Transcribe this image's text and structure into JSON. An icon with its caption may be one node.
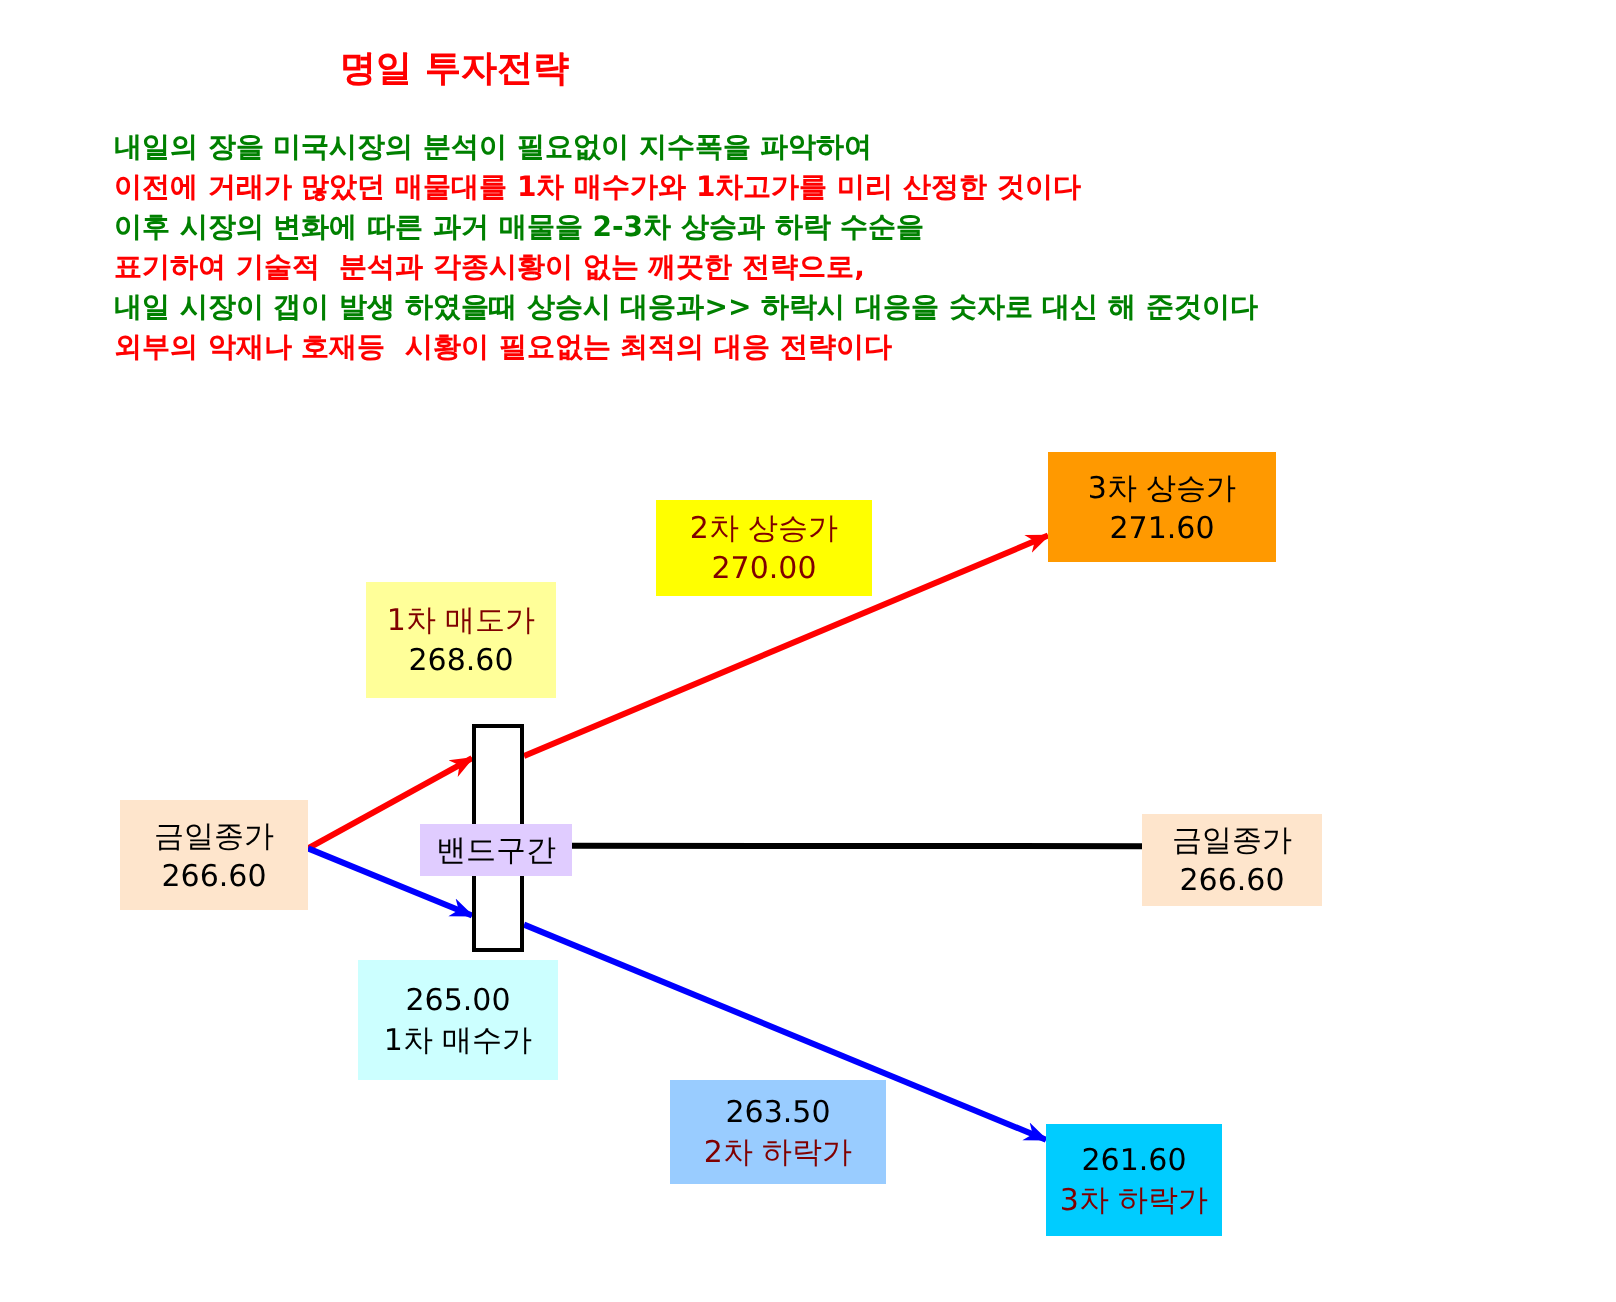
{
  "diagram": {
    "title": "명일 투자전략",
    "nodes": [
      {
        "text": [
          "1차 매도가",
          "268.60"
        ]
      },
      {
        "text": [
          "2차 상승가",
          "270.00"
        ]
      },
      {
        "text": [
          "3차 상승가",
          "271.60"
        ]
      },
      {
        "text": [
          "금일종가",
          "266.60"
        ]
      },
      {
        "text": [],
        "shape": "box"
      },
      {
        "text": [
          "밴드구간"
        ]
      },
      {
        "text": [
          "금일종가",
          "266.60"
        ]
      },
      {
        "text": [
          "265.00",
          "1차 매수가"
        ]
      },
      {
        "text": [
          "263.50",
          "2차 하락가"
        ]
      },
      {
        "text": [
          "261.60",
          "3차 하락가"
        ]
      }
    ],
    "edges": [
      {
        "from": 3,
        "to": 4,
        "arrow": "to",
        "color": "#ff0000"
      },
      {
        "from": 4,
        "to": 2,
        "arrow": "to",
        "color": "#ff0000"
      },
      {
        "from": 3,
        "to": 4,
        "arrow": "to",
        "color": "#0000ff"
      },
      {
        "from": 4,
        "to": 9,
        "arrow": "to",
        "color": "#0000ff"
      },
      {
        "from": 5,
        "to": 6,
        "arrow": "none",
        "color": "#000000"
      }
    ],
    "labels": [
      "내일의 장을 미국시장의 분석이 필요없이 지수폭을 파악하여",
      "이전에 거래가 많았던 매물대를 1차 매수가와 1차고가를 미리 산정한 것이다",
      "이후 시장의 변화에 따른 과거 매물을 2-3차 상승과 하락 수순을",
      "표기하여 기술적  분석과 각종시황이 없는 깨끗한 전략으로,",
      "내일 시장이 갭이 발생 하였을때 상승시 대응과>> 하락시 대응을 숫자로 대신 해 준것이다",
      "외부의 악재나 호재등  시황이 필요없는 최적의 대응 전략이다"
    ]
  }
}
